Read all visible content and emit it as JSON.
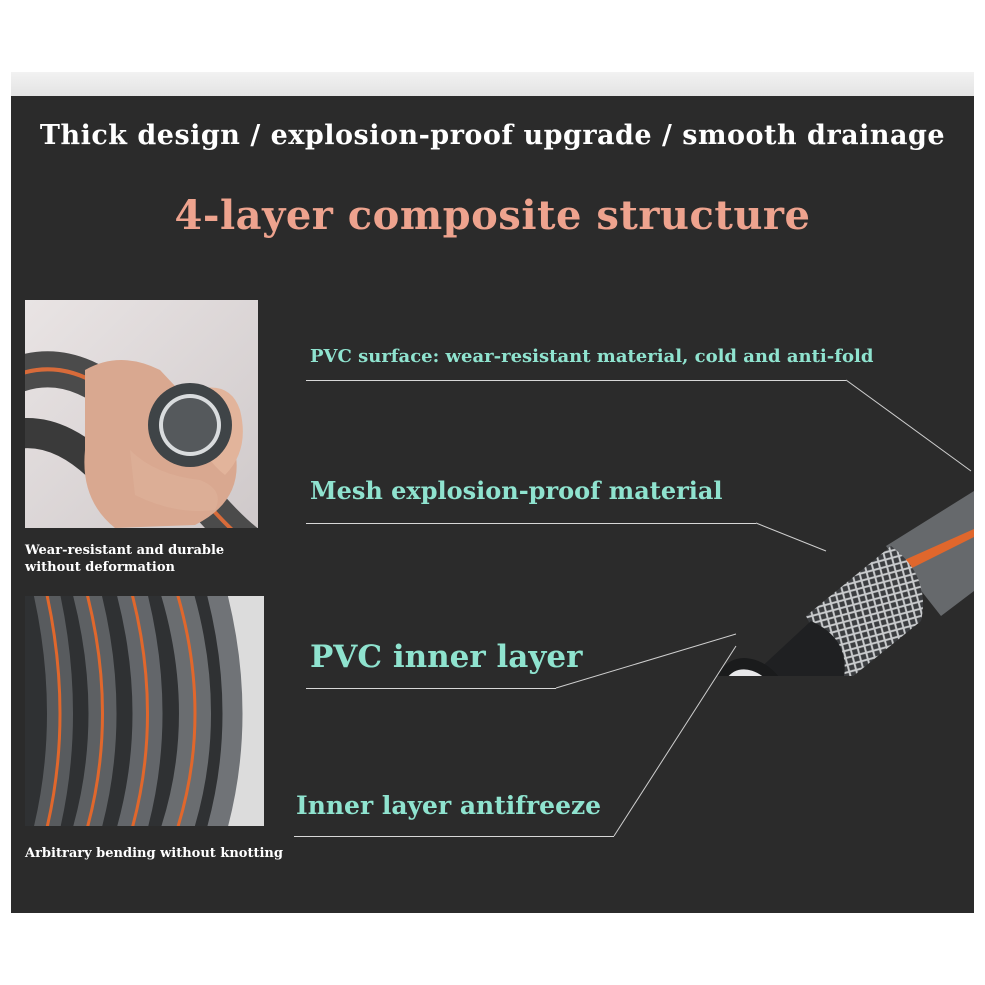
{
  "headline": "Thick design / explosion-proof upgrade / smooth drainage",
  "title": "4-layer composite structure",
  "photos": [
    {
      "caption_line1": "Wear-resistant and durable",
      "caption_line2": "without deformation"
    },
    {
      "caption": "Arbitrary bending without knotting"
    }
  ],
  "layers": [
    {
      "label": "PVC surface: wear-resistant material, cold and anti-fold"
    },
    {
      "label": "Mesh explosion-proof material"
    },
    {
      "label": "PVC inner layer"
    },
    {
      "label": "Inner layer antifreeze"
    }
  ],
  "colors": {
    "panel": "#2b2b2b",
    "title": "#eea38e",
    "label": "#8fe3cf",
    "hose_gray": "#66696c",
    "hose_stripe": "#e0672c"
  }
}
